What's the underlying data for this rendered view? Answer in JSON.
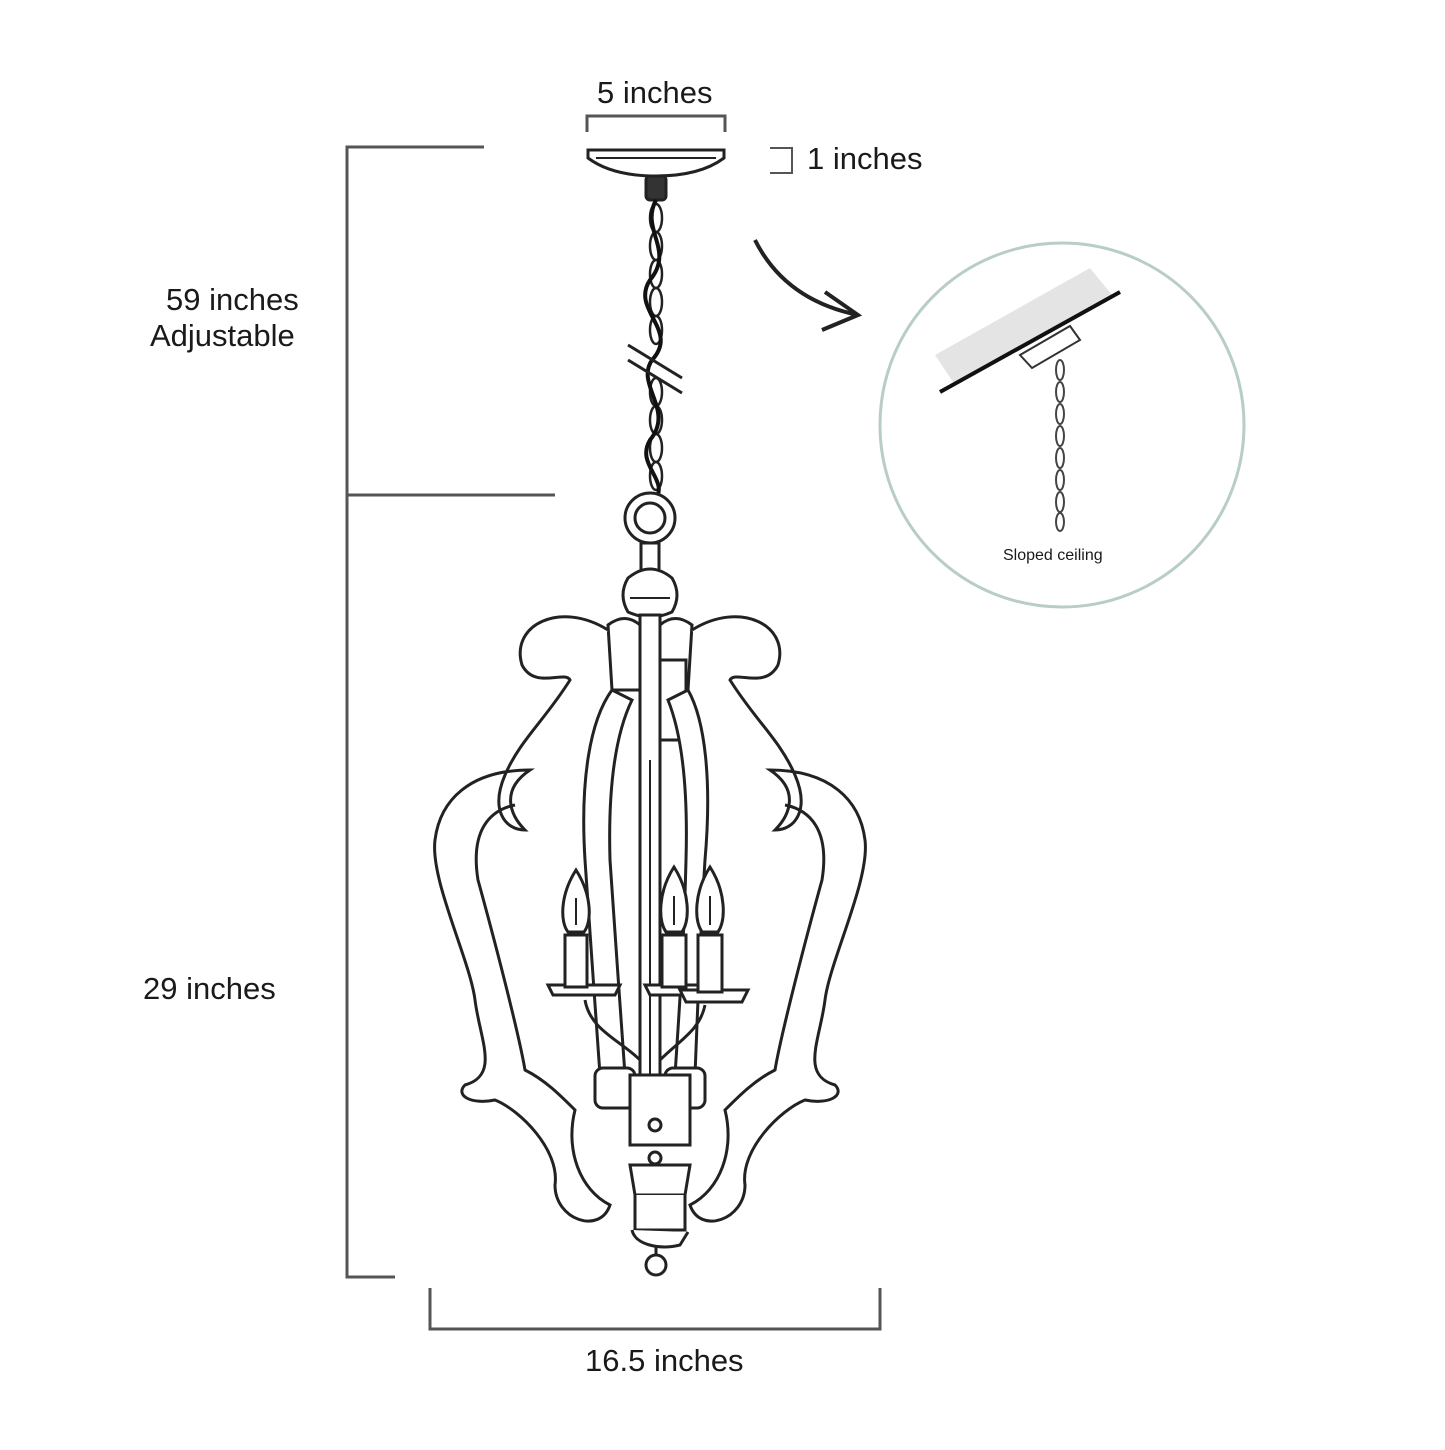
{
  "dimensions": {
    "canopy_width": "5 inches",
    "canopy_height": "1 inches",
    "chain_length": "59 inches",
    "chain_note": "Adjustable",
    "body_height": "29 inches",
    "body_width": "16.5 inches"
  },
  "inset": {
    "caption": "Sloped ceiling"
  }
}
